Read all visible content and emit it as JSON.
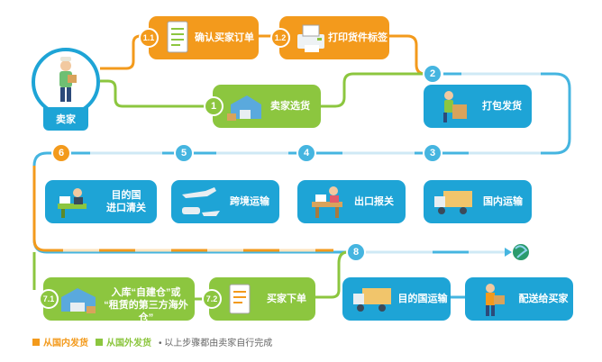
{
  "seller": {
    "label": "卖家"
  },
  "steps": {
    "s1_1": {
      "num": "1.1",
      "label": "确认买家订单"
    },
    "s1_2": {
      "num": "1.2",
      "label": "打印货件标签"
    },
    "s1": {
      "num": "1",
      "label": "卖家选货"
    },
    "s2": {
      "num": "2",
      "label": "打包发货"
    },
    "s3": {
      "num": "3",
      "label": "国内运输"
    },
    "s4": {
      "num": "4",
      "label": "出口报关"
    },
    "s5": {
      "num": "5",
      "label": "跨境运输"
    },
    "s6": {
      "num": "6",
      "label_line1": "目的国",
      "label_line2": "进口清关"
    },
    "s7_1": {
      "num": "7.1",
      "label_line1": "入库“自建仓”或",
      "label_line2": "“租赁的第三方海外仓”"
    },
    "s7_2": {
      "num": "7.2",
      "label": "买家下单"
    },
    "s8": {
      "num": "8",
      "label": "目的国运输"
    },
    "s9": {
      "label": "配送给买家"
    }
  },
  "legend": {
    "domestic": "从国内发货",
    "overseas": "从国外发货",
    "note": "• 以上步骤都由卖家自行完成"
  },
  "colors": {
    "orange": "#f39a1c",
    "green": "#8cc63f",
    "blue": "#1ea4d6",
    "light_blue": "#cfe9f5"
  }
}
